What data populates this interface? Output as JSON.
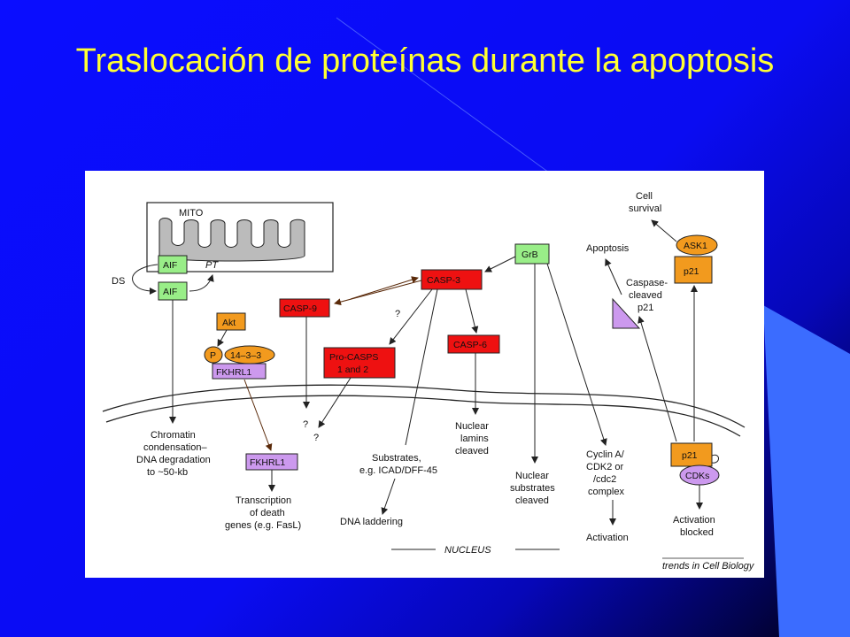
{
  "slide": {
    "title": "Traslocación de proteínas durante la apoptosis"
  },
  "colors": {
    "background": "#0a0cf2",
    "title": "#ffff33",
    "green": "#99ee88",
    "orange": "#f29a1e",
    "red": "#ee1111",
    "purple": "#cc99ee",
    "grey": "#bbbbbb"
  },
  "diagram": {
    "mito_label": "MITO",
    "aif_top": "AIF",
    "aif_bottom": "AIF",
    "pt": "PT",
    "ds": "DS",
    "akt": "Akt",
    "p": "P",
    "p1433": "14–3–3",
    "fkhrl1_top": "FKHRL1",
    "fkhrl1_bottom": "FKHRL1",
    "casp9": "CASP-9",
    "casp3": "CASP-3",
    "casp6": "CASP-6",
    "procasps_1": "Pro-CASPS",
    "procasps_2": "1 and 2",
    "grb": "GrB",
    "q1": "?",
    "q2": "?",
    "q3": "?",
    "ask1": "ASK1",
    "p21_top": "p21",
    "p21_bottom": "p21",
    "cdks": "CDKs",
    "cell_survival_1": "Cell",
    "cell_survival_2": "survival",
    "apoptosis": "Apoptosis",
    "caspase_cleaved_1": "Caspase-",
    "caspase_cleaved_2": "cleaved",
    "caspase_cleaved_3": "p21",
    "chromatin_1": "Chromatin",
    "chromatin_2": "condensation–",
    "chromatin_3": "DNA degradation",
    "chromatin_4": "to ~50-kb",
    "transcription_1": "Transcription",
    "transcription_2": "of death",
    "transcription_3": "genes (e.g. FasL)",
    "substrates_1": "Substrates,",
    "substrates_2": "e.g. ICAD/DFF-45",
    "dna_laddering": "DNA laddering",
    "nuclear_lamins_1": "Nuclear",
    "nuclear_lamins_2": "lamins",
    "nuclear_lamins_3": "cleaved",
    "nuclear_substrates_1": "Nuclear",
    "nuclear_substrates_2": "substrates",
    "nuclear_substrates_3": "cleaved",
    "cyclin_1": "Cyclin A/",
    "cyclin_2": "CDK2 or",
    "cyclin_3": "/cdc2",
    "cyclin_4": "complex",
    "activation": "Activation",
    "activation_blocked_1": "Activation",
    "activation_blocked_2": "blocked",
    "nucleus": "NUCLEUS",
    "source": "trends in Cell Biology"
  }
}
